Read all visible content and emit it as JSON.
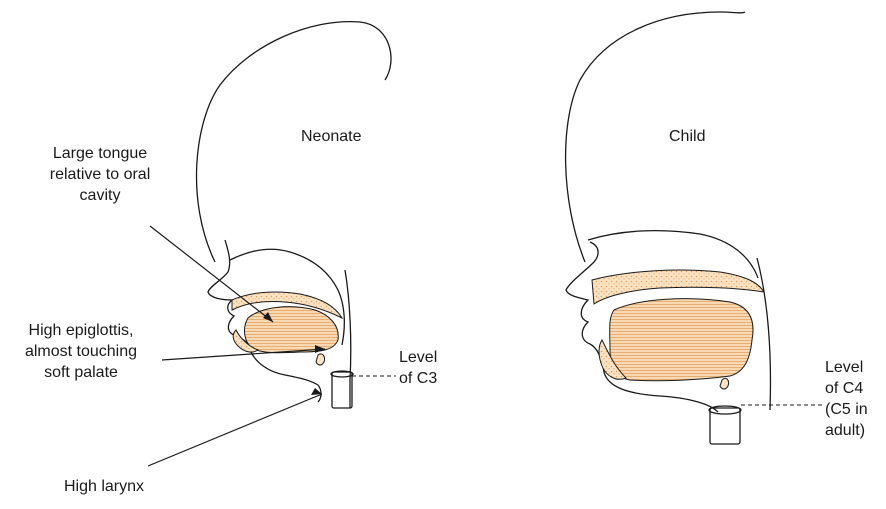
{
  "neonate": {
    "title": "Neonate",
    "tongue_label": [
      "Large tongue",
      "relative to oral",
      "cavity"
    ],
    "epiglottis_label": [
      "High epiglottis,",
      "almost touching",
      "soft palate"
    ],
    "level_label": [
      "Level",
      "of C3"
    ],
    "larynx_label": "High larynx"
  },
  "child": {
    "title": "Child",
    "level_label": [
      "Level",
      "of C4",
      "(C5 in",
      "adult)"
    ]
  },
  "colors": {
    "outline": "#1a1a1a",
    "tongue_fill": "#f2c79a",
    "tongue_lines": "#e9a86a",
    "palate_fill": "#fbe3c4",
    "palate_dots": "#e59a55"
  }
}
